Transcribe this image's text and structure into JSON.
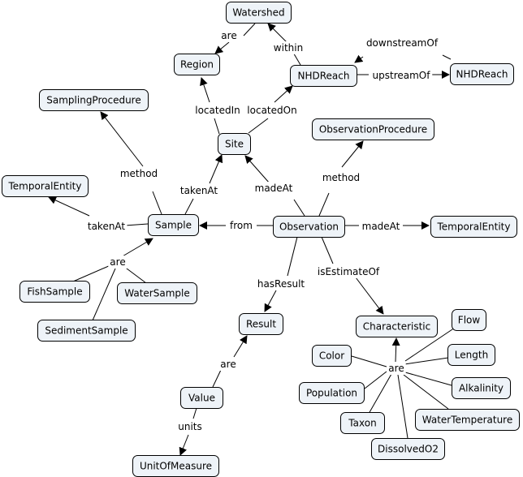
{
  "colors": {
    "node_fill": "#eef3f8",
    "node_border": "#000000",
    "line": "#000000",
    "background": "#ffffff"
  },
  "nodes": {
    "watershed": "Watershed",
    "region": "Region",
    "nhdreach1": "NHDReach",
    "nhdreach2": "NHDReach",
    "sampling_procedure": "SamplingProcedure",
    "site": "Site",
    "observation_procedure": "ObservationProcedure",
    "temporal_entity_left": "TemporalEntity",
    "sample": "Sample",
    "observation": "Observation",
    "temporal_entity_right": "TemporalEntity",
    "fish_sample": "FishSample",
    "water_sample": "WaterSample",
    "sediment_sample": "SedimentSample",
    "result": "Result",
    "characteristic": "Characteristic",
    "flow": "Flow",
    "color": "Color",
    "length": "Length",
    "population": "Population",
    "alkalinity": "Alkalinity",
    "value": "Value",
    "taxon": "Taxon",
    "water_temperature": "WaterTemperature",
    "dissolved_o2": "DissolvedO2",
    "unit_of_measure": "UnitOfMeasure"
  },
  "links": {
    "are_watershed_region": "are",
    "within": "within",
    "downstream_of": "downstreamOf",
    "upstream_of": "upstreamOf",
    "located_in": "locatedIn",
    "located_on": "locatedOn",
    "method_sample": "method",
    "method_observation": "method",
    "taken_at_site": "takenAt",
    "made_at_site": "madeAt",
    "taken_at_time": "takenAt",
    "from": "from",
    "made_at_time": "madeAt",
    "are_samples": "are",
    "has_result": "hasResult",
    "is_estimate_of": "isEstimateOf",
    "are_value": "are",
    "are_characteristics": "are",
    "units": "units"
  }
}
